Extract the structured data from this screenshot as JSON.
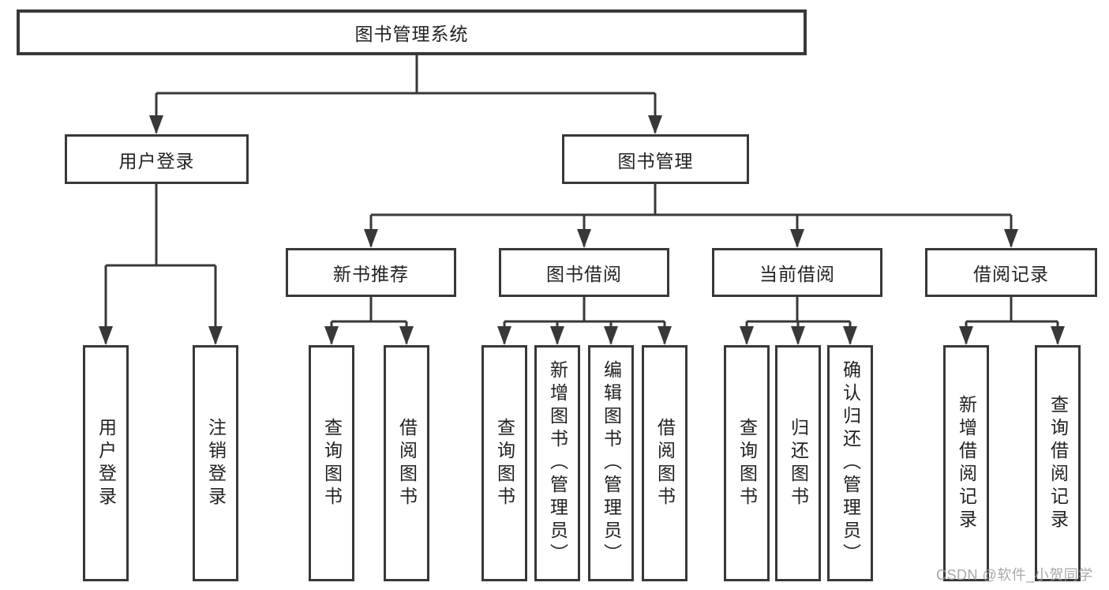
{
  "diagram": {
    "root": {
      "label": "图书管理系统"
    },
    "branches": [
      {
        "label": "用户登录",
        "children": [
          {
            "label": "用户登录"
          },
          {
            "label": "注销登录"
          }
        ]
      },
      {
        "label": "图书管理",
        "children": [
          {
            "label": "新书推荐",
            "children": [
              {
                "label": "查询图书"
              },
              {
                "label": "借阅图书"
              }
            ]
          },
          {
            "label": "图书借阅",
            "children": [
              {
                "label": "查询图书"
              },
              {
                "label": "新增图书（管理员）"
              },
              {
                "label": "编辑图书（管理员）"
              },
              {
                "label": "借阅图书"
              }
            ]
          },
          {
            "label": "当前借阅",
            "children": [
              {
                "label": "查询图书"
              },
              {
                "label": "归还图书"
              },
              {
                "label": "确认归还（管理员）"
              }
            ]
          },
          {
            "label": "借阅记录",
            "children": [
              {
                "label": "新增借阅记录"
              },
              {
                "label": "查询借阅记录"
              }
            ]
          }
        ]
      }
    ]
  },
  "watermark": {
    "text": "CSDN @软件_小贺同学"
  },
  "colors": {
    "line": "#383838",
    "text": "#222222",
    "watermark": "#9e9e9e",
    "background": "#ffffff"
  }
}
